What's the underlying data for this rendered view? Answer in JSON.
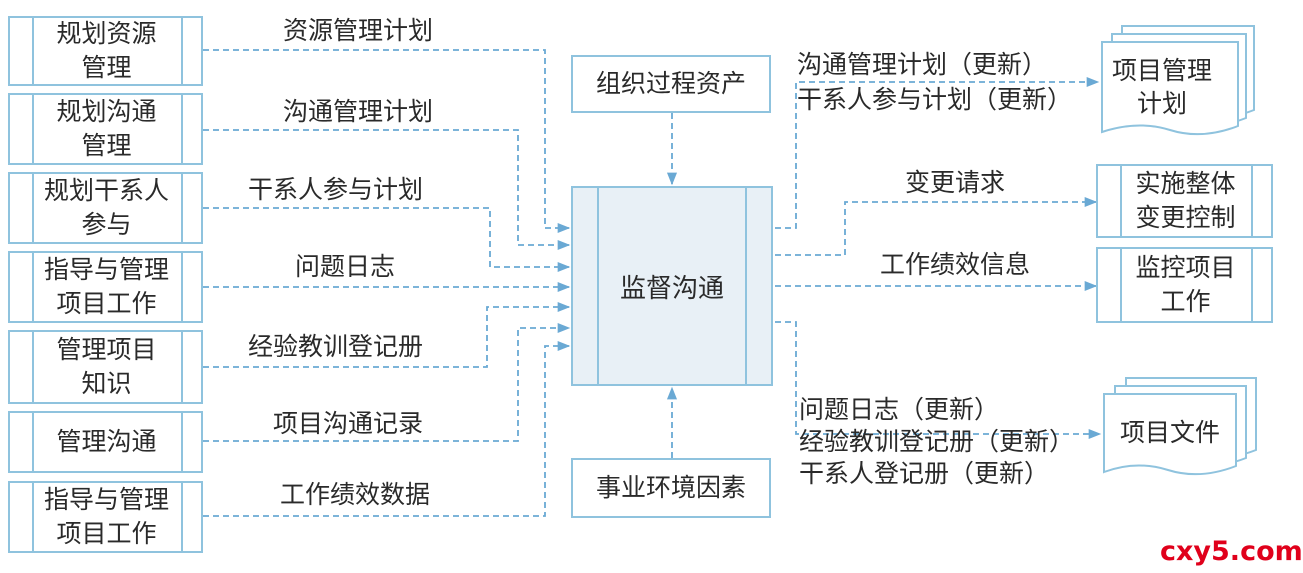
{
  "diagram": {
    "center": "监督沟通",
    "inputs_from": [
      {
        "process": "规划资源\n管理",
        "artifact": "资源管理计划"
      },
      {
        "process": "规划沟通\n管理",
        "artifact": "沟通管理计划"
      },
      {
        "process": "规划干系人\n参与",
        "artifact": "干系人参与计划"
      },
      {
        "process": "指导与管理\n项目工作",
        "artifact": "问题日志"
      },
      {
        "process": "管理项目\n知识",
        "artifact": "经验教训登记册"
      },
      {
        "process": "管理沟通",
        "artifact": "项目沟通记录"
      },
      {
        "process": "指导与管理\n项目工作",
        "artifact": "工作绩效数据"
      }
    ],
    "top_input": "组织过程资产",
    "bottom_input": "事业环境因素",
    "outputs": [
      {
        "target": "项目管理\n计划",
        "artifacts": "沟通管理计划（更新）\n干系人参与计划（更新）"
      },
      {
        "target": "实施整体\n变更控制",
        "artifacts": "变更请求"
      },
      {
        "target": "监控项目\n工作",
        "artifacts": "工作绩效信息"
      },
      {
        "target": "项目文件",
        "artifacts": "问题日志（更新）\n经验教训登记册（更新）\n干系人登记册（更新）"
      }
    ]
  },
  "watermark": "cxy5.com",
  "colors": {
    "line": "#6aa9d4",
    "border": "#8fc3de",
    "center_fill": "#e8f0f6",
    "watermark": "#e0001b"
  }
}
